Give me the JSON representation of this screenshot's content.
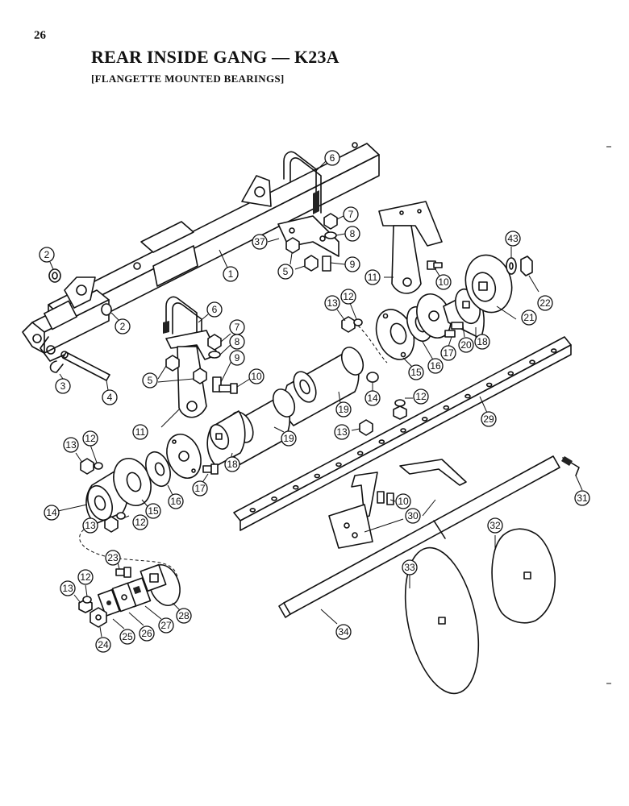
{
  "page": {
    "number": "26"
  },
  "header": {
    "title": "REAR INSIDE GANG — K23A",
    "subtitle": "[FLANGETTE MOUNTED BEARINGS]"
  },
  "callouts": [
    {
      "id": "c1",
      "label": "1"
    },
    {
      "id": "c2a",
      "label": "2"
    },
    {
      "id": "c2b",
      "label": "2"
    },
    {
      "id": "c3",
      "label": "3"
    },
    {
      "id": "c4",
      "label": "4"
    },
    {
      "id": "c5a",
      "label": "5"
    },
    {
      "id": "c5b",
      "label": "5"
    },
    {
      "id": "c6a",
      "label": "6"
    },
    {
      "id": "c6b",
      "label": "6"
    },
    {
      "id": "c7a",
      "label": "7"
    },
    {
      "id": "c7b",
      "label": "7"
    },
    {
      "id": "c8a",
      "label": "8"
    },
    {
      "id": "c8b",
      "label": "8"
    },
    {
      "id": "c9a",
      "label": "9"
    },
    {
      "id": "c9b",
      "label": "9"
    },
    {
      "id": "c10a",
      "label": "10"
    },
    {
      "id": "c10b",
      "label": "10"
    },
    {
      "id": "c10c",
      "label": "10"
    },
    {
      "id": "c11a",
      "label": "11"
    },
    {
      "id": "c11b",
      "label": "11"
    },
    {
      "id": "c12a",
      "label": "12"
    },
    {
      "id": "c12b",
      "label": "12"
    },
    {
      "id": "c12c",
      "label": "12"
    },
    {
      "id": "c12d",
      "label": "12"
    },
    {
      "id": "c12e",
      "label": "12"
    },
    {
      "id": "c13a",
      "label": "13"
    },
    {
      "id": "c13b",
      "label": "13"
    },
    {
      "id": "c13c",
      "label": "13"
    },
    {
      "id": "c13d",
      "label": "13"
    },
    {
      "id": "c13e",
      "label": "13"
    },
    {
      "id": "c14a",
      "label": "14"
    },
    {
      "id": "c14b",
      "label": "14"
    },
    {
      "id": "c15a",
      "label": "15"
    },
    {
      "id": "c15b",
      "label": "15"
    },
    {
      "id": "c16a",
      "label": "16"
    },
    {
      "id": "c16b",
      "label": "16"
    },
    {
      "id": "c17a",
      "label": "17"
    },
    {
      "id": "c17b",
      "label": "17"
    },
    {
      "id": "c18a",
      "label": "18"
    },
    {
      "id": "c18b",
      "label": "18"
    },
    {
      "id": "c19a",
      "label": "19"
    },
    {
      "id": "c19b",
      "label": "19"
    },
    {
      "id": "c20",
      "label": "20"
    },
    {
      "id": "c21",
      "label": "21"
    },
    {
      "id": "c22",
      "label": "22"
    },
    {
      "id": "c23",
      "label": "23"
    },
    {
      "id": "c24",
      "label": "24"
    },
    {
      "id": "c25",
      "label": "25"
    },
    {
      "id": "c26",
      "label": "26"
    },
    {
      "id": "c27",
      "label": "27"
    },
    {
      "id": "c28",
      "label": "28"
    },
    {
      "id": "c29",
      "label": "29"
    },
    {
      "id": "c30",
      "label": "30"
    },
    {
      "id": "c31",
      "label": "31"
    },
    {
      "id": "c32",
      "label": "32"
    },
    {
      "id": "c33",
      "label": "33"
    },
    {
      "id": "c34",
      "label": "34"
    },
    {
      "id": "c37",
      "label": "37"
    },
    {
      "id": "c43",
      "label": "43"
    }
  ]
}
